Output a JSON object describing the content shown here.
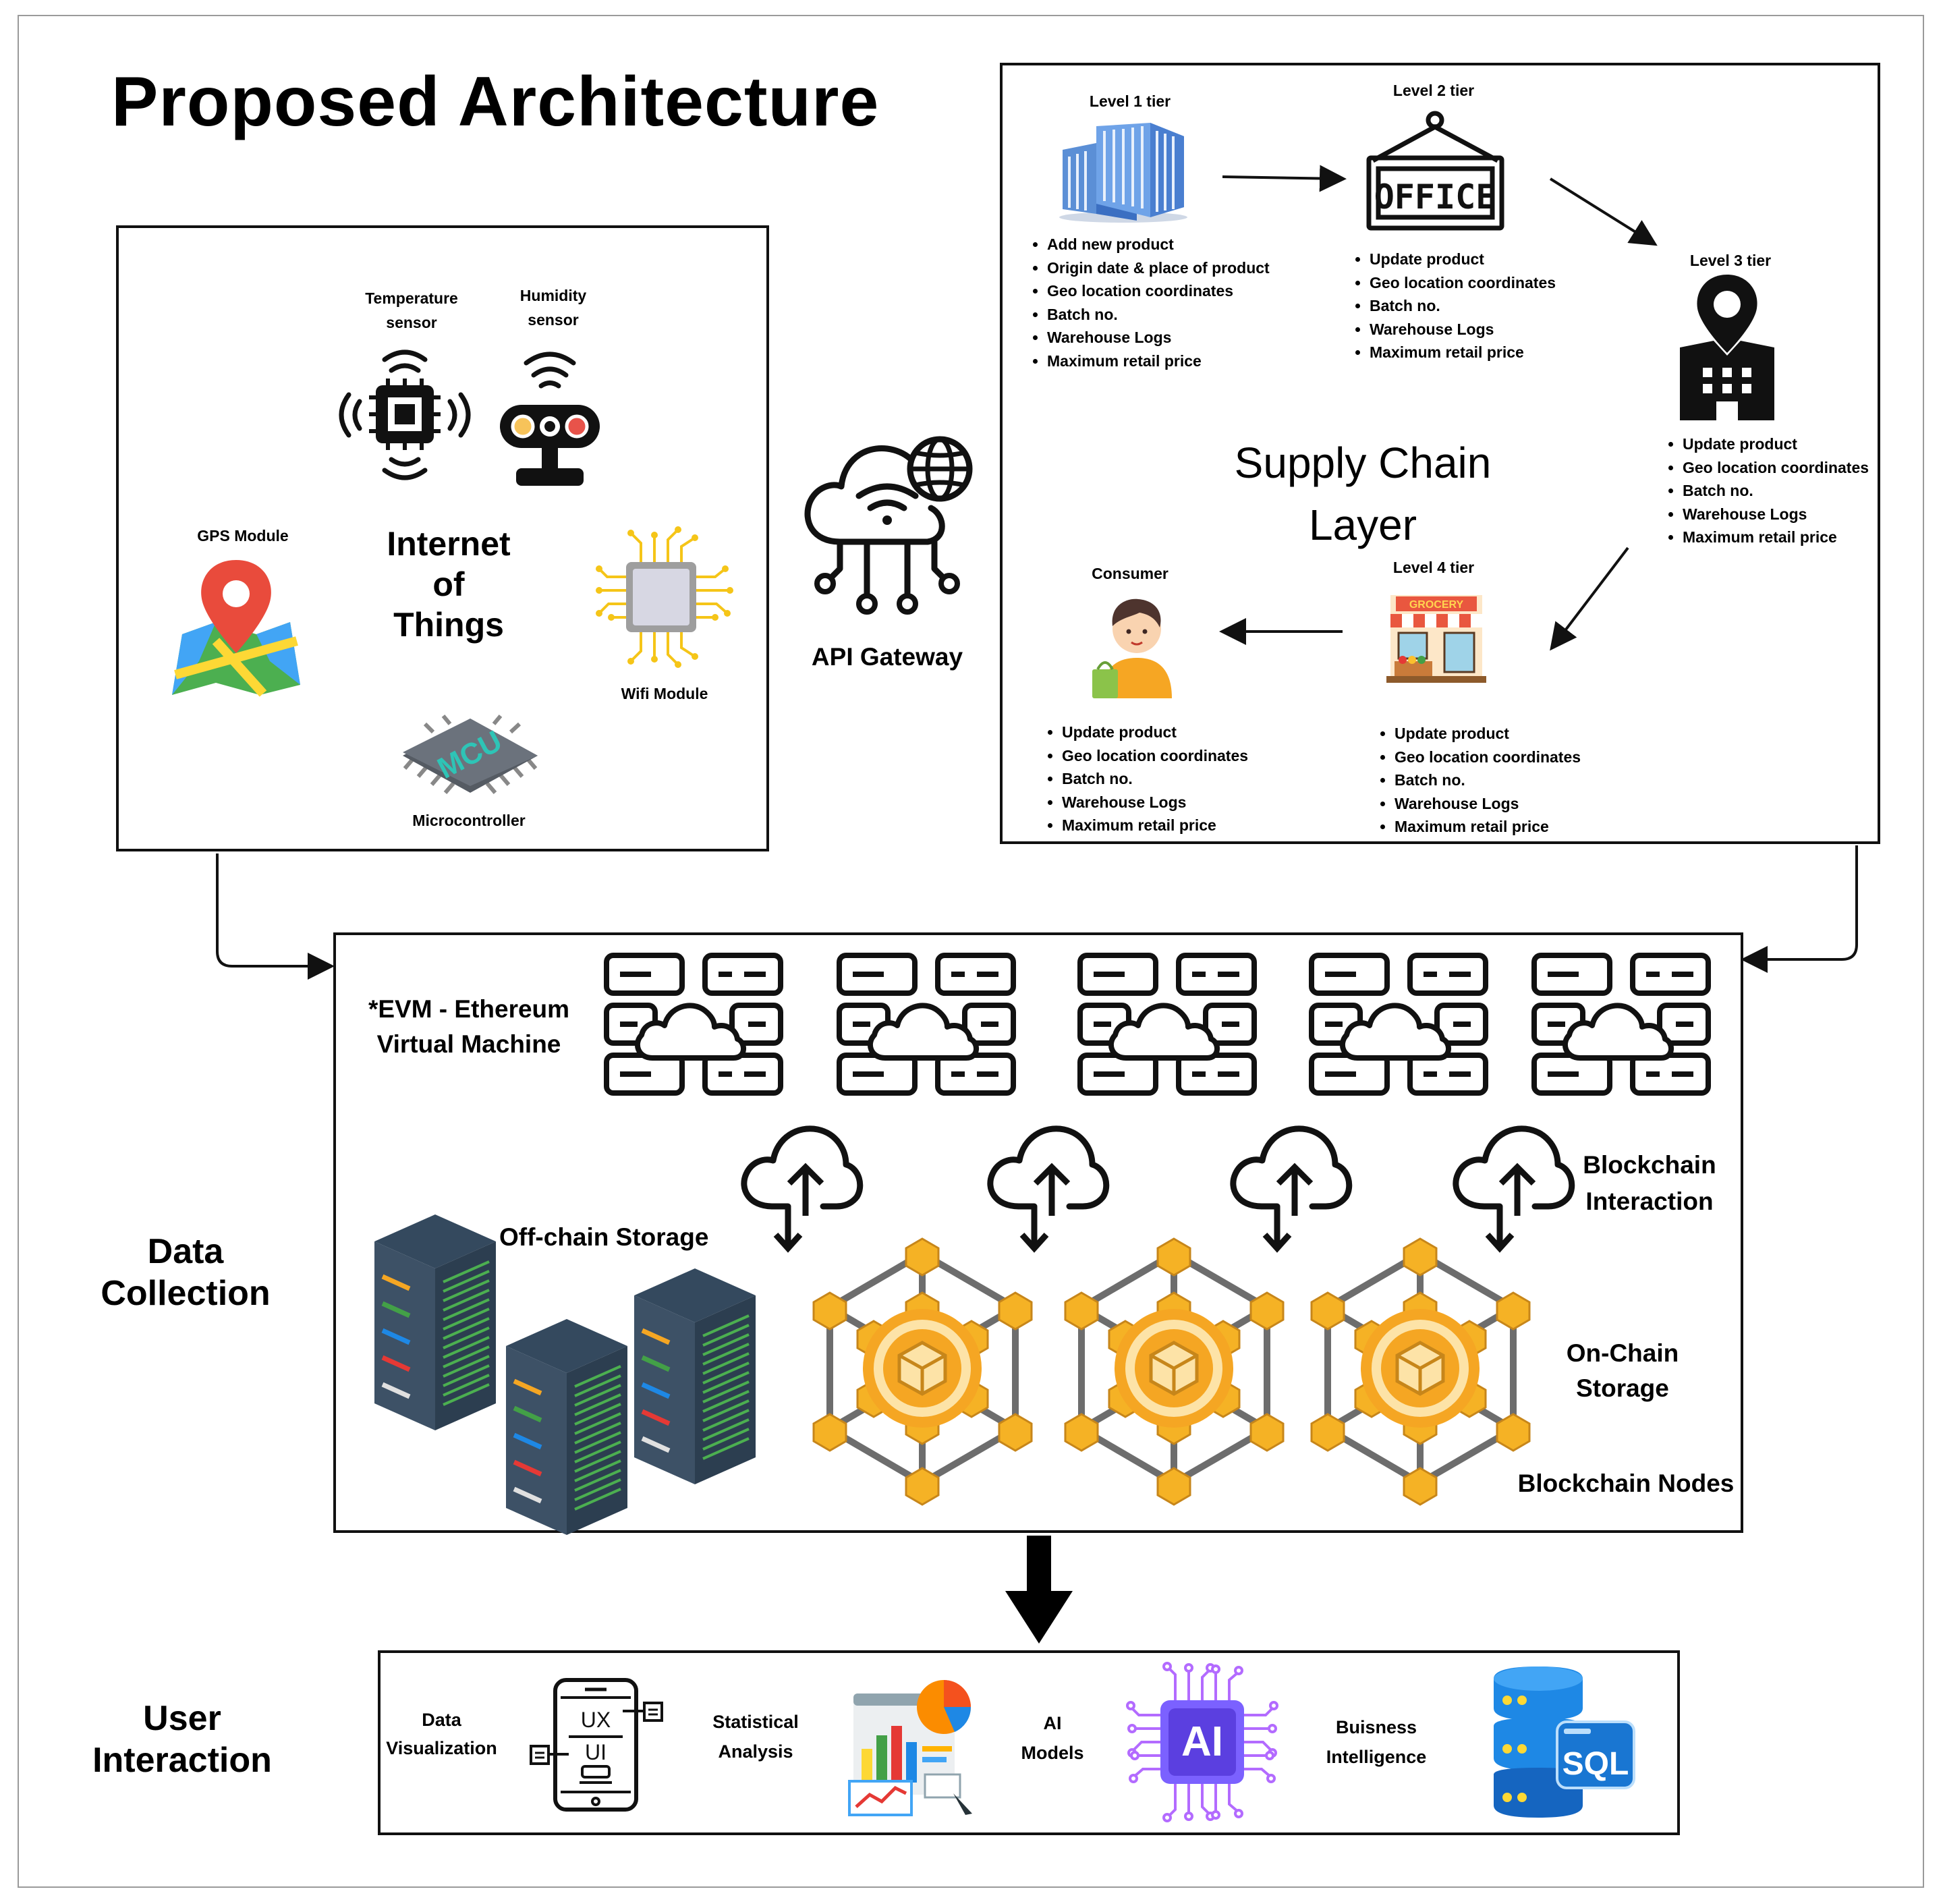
{
  "title": "Proposed Architecture",
  "iot": {
    "temperature_sensor": [
      "Temperature",
      "sensor"
    ],
    "humidity_sensor": [
      "Humidity",
      "sensor"
    ],
    "gps_module": "GPS Module",
    "heading": [
      "Internet",
      "of",
      "Things"
    ],
    "wifi_module": "Wifi Module",
    "microcontroller": "Microcontroller",
    "mcu_chip_text": "MCU"
  },
  "api_gateway": "API Gateway",
  "supply_chain": {
    "heading": [
      "Supply Chain",
      "Layer"
    ],
    "office_sign_text": "OFFICE",
    "grocery_sign_text": "GROCERY",
    "level1": {
      "label": "Level 1 tier",
      "items": [
        "Add new product",
        "Origin date & place of product",
        "Geo location coordinates",
        "Batch no.",
        "Warehouse Logs",
        "Maximum retail price"
      ]
    },
    "level2": {
      "label": "Level 2 tier",
      "items": [
        "Update product",
        "Geo location coordinates",
        "Batch no.",
        "Warehouse Logs",
        "Maximum retail price"
      ]
    },
    "level3": {
      "label": "Level 3 tier",
      "items": [
        "Update product",
        "Geo location coordinates",
        "Batch no.",
        "Warehouse Logs",
        "Maximum retail price"
      ]
    },
    "level4": {
      "label": "Level 4 tier",
      "items": [
        "Update product",
        "Geo location coordinates",
        "Batch no.",
        "Warehouse Logs",
        "Maximum retail price"
      ]
    },
    "consumer": {
      "label": "Consumer",
      "items": [
        "Update product",
        "Geo location coordinates",
        "Batch no.",
        "Warehouse Logs",
        "Maximum retail price"
      ]
    }
  },
  "data_collection": {
    "side_label": [
      "Data",
      "Collection"
    ],
    "evm": [
      "*EVM - Ethereum",
      "Virtual Machine"
    ],
    "off_chain": "Off-chain Storage",
    "blockchain_interaction": [
      "Blockchain",
      "Interaction"
    ],
    "on_chain": [
      "On-Chain",
      "Storage"
    ],
    "blockchain_nodes": "Blockchain Nodes"
  },
  "user_interaction": {
    "side_label": [
      "User",
      "Interaction"
    ],
    "data_visualization": [
      "Data",
      "Visualization"
    ],
    "ux_text": "UX",
    "ui_text": "UI",
    "statistical_analysis": [
      "Statistical",
      "Analysis"
    ],
    "ai_models": [
      "AI",
      "Models"
    ],
    "ai_chip_text": "AI",
    "business_intelligence": [
      "Buisness",
      "Intelligence"
    ],
    "sql_text": "SQL"
  }
}
